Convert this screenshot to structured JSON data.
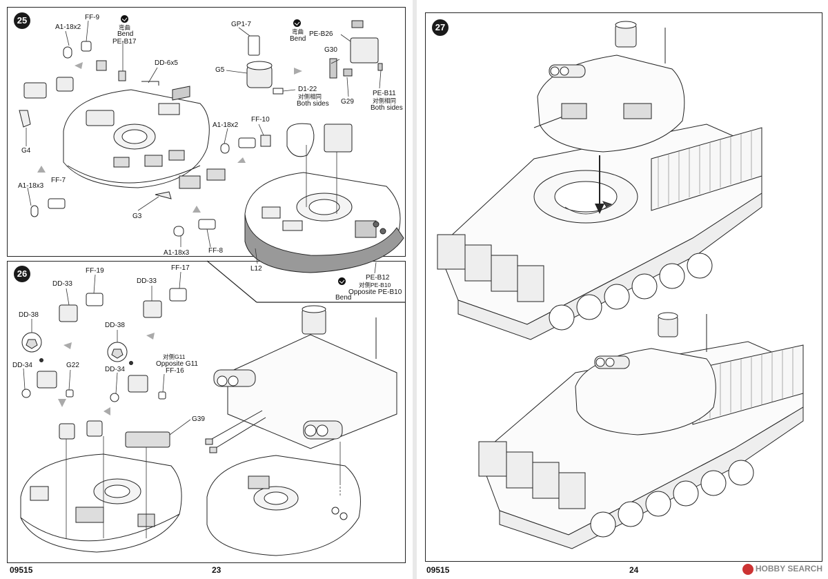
{
  "left_page": {
    "catalog_number": "09515",
    "page_number": "23",
    "step25": {
      "badge": "25",
      "labels": {
        "a1_18x2_top": "A1-18x2",
        "ff9": "FF-9",
        "bend_cn_1": "弯曲",
        "bend_en_1": "Bend",
        "pe_b17": "PE-B17",
        "dd_6x5": "DD-6x5",
        "gp1_7": "GP1-7",
        "g5": "G5",
        "d1_22": "D1-22",
        "both_sides_cn_1": "对侧相同",
        "both_sides_en_1": "Both sides",
        "bend_cn_2": "弯曲",
        "bend_en_2": "Bend",
        "pe_b26": "PE-B26",
        "g30": "G30",
        "g29": "G29",
        "pe_b11": "PE-B11",
        "both_sides_cn_2": "对侧相同",
        "both_sides_en_2": "Both sides",
        "a1_18x2_mid": "A1-18x2",
        "ff10": "FF-10",
        "g4": "G4",
        "a1_18x3_left": "A1-18x3",
        "ff7": "FF-7",
        "g3": "G3",
        "a1_18x3_bottom": "A1-18x3",
        "ff8": "FF-8",
        "l12": "L12",
        "pe_b12": "PE-B12",
        "opposite_cn": "对侧PE-B10",
        "opposite_en": "Opposite PE-B10",
        "bend_en_3": "Bend"
      }
    },
    "step26": {
      "badge": "26",
      "labels": {
        "ff19": "FF-19",
        "dd33_a": "DD-33",
        "dd33_b": "DD-33",
        "ff17": "FF-17",
        "dd38_a": "DD-38",
        "dd38_b": "DD-38",
        "opposite_g11_cn": "对侧G11",
        "opposite_g11_en": "Opposite G11",
        "ff16": "FF-16",
        "dd34_a": "DD-34",
        "g22": "G22",
        "dd34_b": "DD-34",
        "g39": "G39"
      }
    }
  },
  "right_page": {
    "catalog_number": "09515",
    "page_number": "24",
    "step27": {
      "badge": "27"
    },
    "watermark": "HOBBY SEARCH"
  }
}
